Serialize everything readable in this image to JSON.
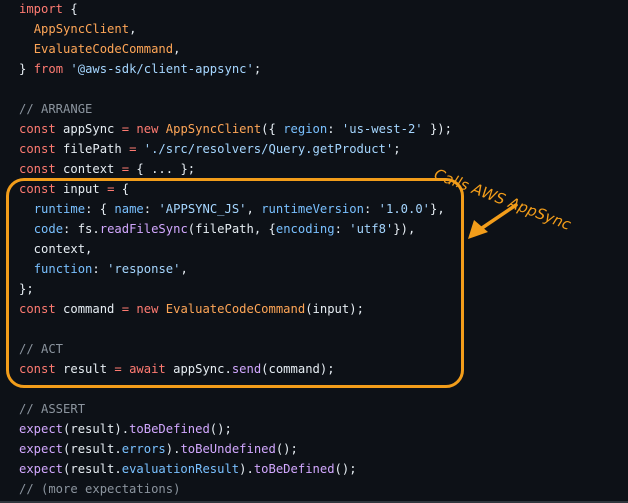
{
  "annotation": {
    "text": "Calls AWS AppSync",
    "color": "#f29d1a"
  },
  "code_lines": [
    [
      [
        "kw",
        "import"
      ],
      [
        "pl",
        " {"
      ]
    ],
    [
      [
        "pl",
        "  "
      ],
      [
        "cls",
        "AppSyncClient"
      ],
      [
        "pl",
        ","
      ]
    ],
    [
      [
        "pl",
        "  "
      ],
      [
        "cls",
        "EvaluateCodeCommand"
      ],
      [
        "pl",
        ","
      ]
    ],
    [
      [
        "pl",
        "} "
      ],
      [
        "kw",
        "from"
      ],
      [
        "pl",
        " "
      ],
      [
        "str",
        "'@aws-sdk/client-appsync'"
      ],
      [
        "pl",
        ";"
      ]
    ],
    [],
    [
      [
        "cm",
        "// ARRANGE"
      ]
    ],
    [
      [
        "kw",
        "const"
      ],
      [
        "pl",
        " appSync "
      ],
      [
        "kw",
        "="
      ],
      [
        "pl",
        " "
      ],
      [
        "kw",
        "new"
      ],
      [
        "pl",
        " "
      ],
      [
        "cls",
        "AppSyncClient"
      ],
      [
        "pl",
        "({ "
      ],
      [
        "prop",
        "region"
      ],
      [
        "pl",
        ": "
      ],
      [
        "str",
        "'us-west-2'"
      ],
      [
        "pl",
        " });"
      ]
    ],
    [
      [
        "kw",
        "const"
      ],
      [
        "pl",
        " filePath "
      ],
      [
        "kw",
        "="
      ],
      [
        "pl",
        " "
      ],
      [
        "str",
        "'./src/resolvers/Query.getProduct'"
      ],
      [
        "pl",
        ";"
      ]
    ],
    [
      [
        "kw",
        "const"
      ],
      [
        "pl",
        " context "
      ],
      [
        "kw",
        "="
      ],
      [
        "pl",
        " { ... };"
      ]
    ],
    [
      [
        "kw",
        "const"
      ],
      [
        "pl",
        " input "
      ],
      [
        "kw",
        "="
      ],
      [
        "pl",
        " {"
      ]
    ],
    [
      [
        "pl",
        "  "
      ],
      [
        "prop",
        "runtime"
      ],
      [
        "pl",
        ": { "
      ],
      [
        "prop",
        "name"
      ],
      [
        "pl",
        ": "
      ],
      [
        "str",
        "'APPSYNC_JS'"
      ],
      [
        "pl",
        ", "
      ],
      [
        "prop",
        "runtimeVersion"
      ],
      [
        "pl",
        ": "
      ],
      [
        "str",
        "'1.0.0'"
      ],
      [
        "pl",
        "},"
      ]
    ],
    [
      [
        "pl",
        "  "
      ],
      [
        "prop",
        "code"
      ],
      [
        "pl",
        ": fs."
      ],
      [
        "fn",
        "readFileSync"
      ],
      [
        "pl",
        "(filePath, {"
      ],
      [
        "prop",
        "encoding"
      ],
      [
        "pl",
        ": "
      ],
      [
        "str",
        "'utf8'"
      ],
      [
        "pl",
        "}),"
      ]
    ],
    [
      [
        "pl",
        "  context,"
      ]
    ],
    [
      [
        "pl",
        "  "
      ],
      [
        "prop",
        "function"
      ],
      [
        "pl",
        ": "
      ],
      [
        "str",
        "'response'"
      ],
      [
        "pl",
        ","
      ]
    ],
    [
      [
        "pl",
        "};"
      ]
    ],
    [
      [
        "kw",
        "const"
      ],
      [
        "pl",
        " command "
      ],
      [
        "kw",
        "="
      ],
      [
        "pl",
        " "
      ],
      [
        "kw",
        "new"
      ],
      [
        "pl",
        " "
      ],
      [
        "cls",
        "EvaluateCodeCommand"
      ],
      [
        "pl",
        "(input);"
      ]
    ],
    [],
    [
      [
        "cm",
        "// ACT"
      ]
    ],
    [
      [
        "kw",
        "const"
      ],
      [
        "pl",
        " result "
      ],
      [
        "kw",
        "="
      ],
      [
        "pl",
        " "
      ],
      [
        "kw",
        "await"
      ],
      [
        "pl",
        " appSync."
      ],
      [
        "fn",
        "send"
      ],
      [
        "pl",
        "(command);"
      ]
    ],
    [],
    [
      [
        "cm",
        "// ASSERT"
      ]
    ],
    [
      [
        "fn",
        "expect"
      ],
      [
        "pl",
        "(result)."
      ],
      [
        "fn",
        "toBeDefined"
      ],
      [
        "pl",
        "();"
      ]
    ],
    [
      [
        "fn",
        "expect"
      ],
      [
        "pl",
        "(result."
      ],
      [
        "prop",
        "errors"
      ],
      [
        "pl",
        ")."
      ],
      [
        "fn",
        "toBeUndefined"
      ],
      [
        "pl",
        "();"
      ]
    ],
    [
      [
        "fn",
        "expect"
      ],
      [
        "pl",
        "(result."
      ],
      [
        "prop",
        "evaluationResult"
      ],
      [
        "pl",
        ")."
      ],
      [
        "fn",
        "toBeDefined"
      ],
      [
        "pl",
        "();"
      ]
    ],
    [
      [
        "cm",
        "// (more expectations)"
      ]
    ]
  ]
}
